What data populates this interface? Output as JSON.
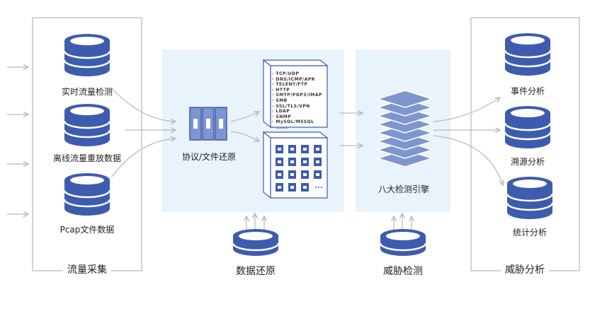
{
  "groups": {
    "collection": {
      "label": "流量采集",
      "items": [
        "实时流量检测",
        "离线流量重放数据",
        "Pcap文件数据"
      ]
    },
    "restore": {
      "label": "协议/文件还原",
      "protocols": [
        "TCP/UDP",
        "DNS/ICMP/APR",
        "TELENT/FTP",
        "HTTP",
        "SMTP/POP3/IMAP",
        "SMB",
        "SSL/TLS/VPN",
        "LDAP",
        "SNMP",
        "MySQL/MSSQL",
        "......"
      ],
      "file_icons": [
        "word-icon",
        "excel-icon",
        "powerpoint-icon",
        "txt-icon",
        "pdf-icon",
        "flash-icon",
        "image-file-icon",
        "image-file-icon",
        "video-file-icon",
        "video-file-icon",
        "video-file-icon",
        "html5-icon",
        "ie-icon",
        "document-icon",
        "document-icon",
        "more-icon"
      ]
    },
    "engine": {
      "label": "八大检测引擎"
    },
    "analysis": {
      "label": "威胁分析",
      "items": [
        "事件分析",
        "溯源分析",
        "统计分析"
      ]
    },
    "data_restore": {
      "label": "数据还原"
    },
    "threat_detect": {
      "label": "威胁检测"
    }
  },
  "colors": {
    "db_blue": "#3e5cae",
    "panel_bg": "#e8f3fb",
    "arrow": "#b9b9b9",
    "stack": "#7f95cf"
  }
}
